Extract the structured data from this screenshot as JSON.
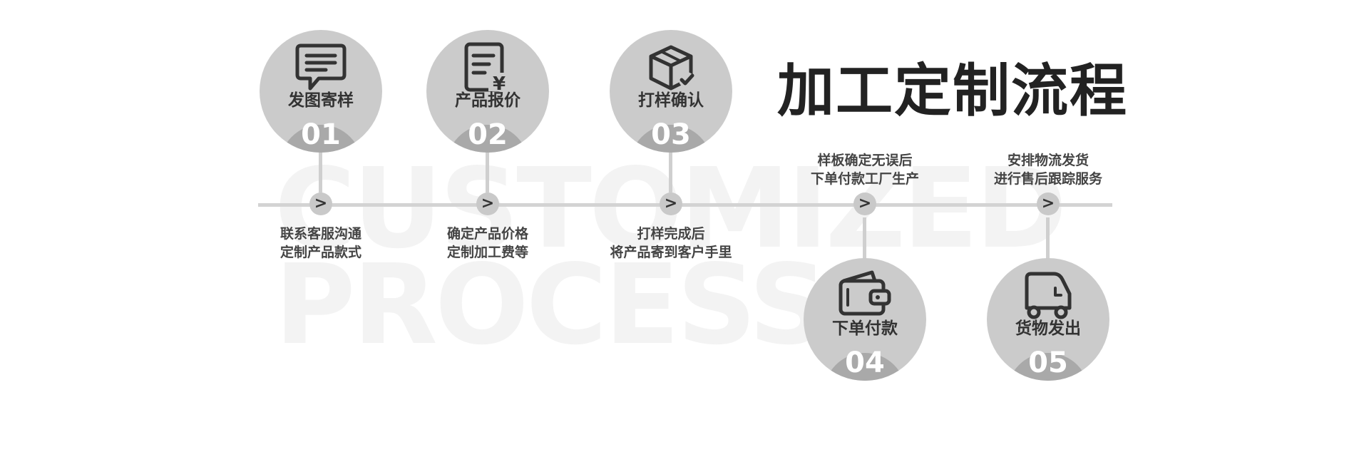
{
  "watermark": {
    "line1": "CUSTOMIZED",
    "line2": "PROCESS"
  },
  "title": "加工定制流程",
  "arrow_glyph": ">",
  "steps": [
    {
      "number": "01",
      "label": "发图寄样",
      "icon": "message-icon",
      "desc1": "联系客服沟通",
      "desc2": "定制产品款式"
    },
    {
      "number": "02",
      "label": "产品报价",
      "icon": "quote-document-icon",
      "desc1": "确定产品价格",
      "desc2": "定制加工费等"
    },
    {
      "number": "03",
      "label": "打样确认",
      "icon": "box-check-icon",
      "desc1": "打样完成后",
      "desc2": "将产品寄到客户手里"
    },
    {
      "number": "04",
      "label": "下单付款",
      "icon": "wallet-icon",
      "desc1": "样板确定无误后",
      "desc2": "下单付款工厂生产"
    },
    {
      "number": "05",
      "label": "货物发出",
      "icon": "truck-icon",
      "desc1": "安排物流发货",
      "desc2": "进行售后跟踪服务"
    }
  ],
  "colors": {
    "circle": "#cbcbcb",
    "band": "#a9a9a9",
    "line": "#d3d3d3",
    "title": "#222222",
    "text": "#333333"
  }
}
